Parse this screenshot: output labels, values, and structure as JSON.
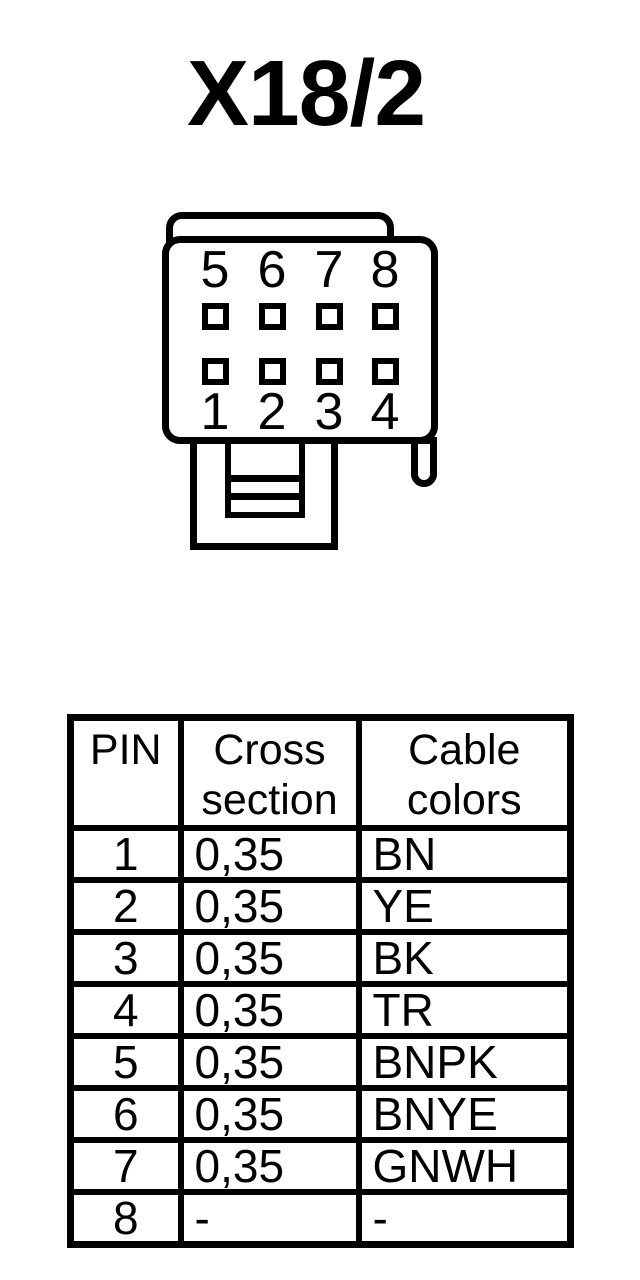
{
  "title": "X18/2",
  "colors": {
    "ink": "#000000",
    "background": "#ffffff"
  },
  "connector": {
    "top_pins": [
      "5",
      "6",
      "7",
      "8"
    ],
    "bottom_pins": [
      "1",
      "2",
      "3",
      "4"
    ]
  },
  "table": {
    "headers": {
      "pin": "PIN",
      "cross_line1": "Cross",
      "cross_line2": "section",
      "cable_line1": "Cable",
      "cable_line2": "colors"
    },
    "rows": [
      {
        "pin": "1",
        "cross_section": "0,35",
        "cable_color": "BN"
      },
      {
        "pin": "2",
        "cross_section": "0,35",
        "cable_color": "YE"
      },
      {
        "pin": "3",
        "cross_section": "0,35",
        "cable_color": "BK"
      },
      {
        "pin": "4",
        "cross_section": "0,35",
        "cable_color": "TR"
      },
      {
        "pin": "5",
        "cross_section": "0,35",
        "cable_color": "BNPK"
      },
      {
        "pin": "6",
        "cross_section": "0,35",
        "cable_color": "BNYE"
      },
      {
        "pin": "7",
        "cross_section": "0,35",
        "cable_color": "GNWH"
      },
      {
        "pin": "8",
        "cross_section": "-",
        "cable_color": "-"
      }
    ]
  }
}
